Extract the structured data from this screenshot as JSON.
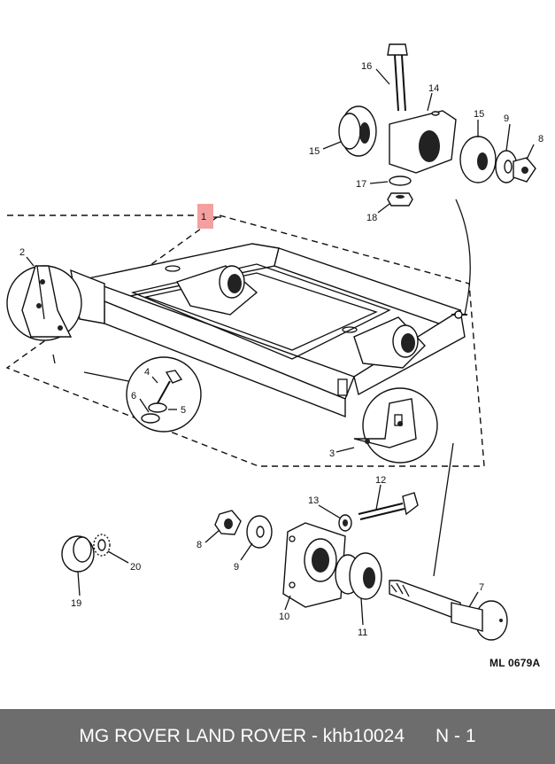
{
  "diagram": {
    "callouts": {
      "c1": "1",
      "c2": "2",
      "c3": "3",
      "c4": "4",
      "c5": "5",
      "c6": "6",
      "c7": "7",
      "c8a": "8",
      "c8b": "8",
      "c9a": "9",
      "c9b": "9",
      "c10": "10",
      "c11": "11",
      "c12": "12",
      "c13": "13",
      "c14": "14",
      "c15a": "15",
      "c15b": "15",
      "c16": "16",
      "c17": "17",
      "c18": "18",
      "c19": "19",
      "c20": "20"
    },
    "highlight_color": "#f4a0a0",
    "reference_code": "ML 0679A"
  },
  "footer": {
    "text": "MG ROVER LAND ROVER - khb10024      N - 1",
    "background": "#6d6d6d"
  }
}
